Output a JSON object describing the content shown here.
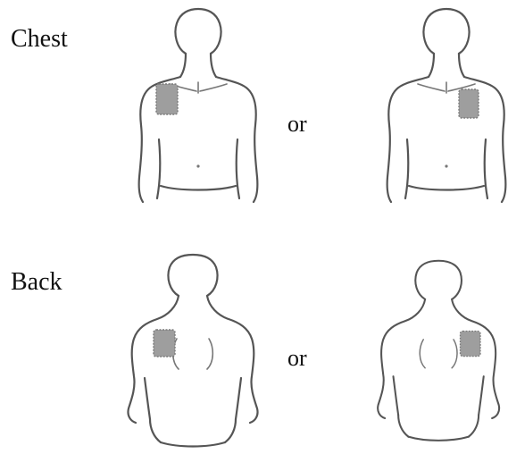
{
  "rows": [
    {
      "label": "Chest",
      "or_text": "or",
      "figures": [
        {
          "view": "front",
          "patch_side": "right-of-person"
        },
        {
          "view": "front",
          "patch_side": "left-of-person"
        }
      ]
    },
    {
      "label": "Back",
      "or_text": "or",
      "figures": [
        {
          "view": "back",
          "patch_side": "left-of-person"
        },
        {
          "view": "back",
          "patch_side": "right-of-person"
        }
      ]
    }
  ],
  "colors": {
    "outline": "#555555",
    "patch": "#9e9e9e",
    "background": "#ffffff",
    "text": "#111111"
  }
}
